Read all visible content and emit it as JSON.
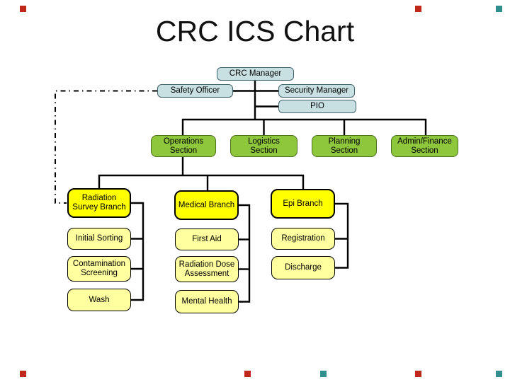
{
  "slide": {
    "title": "CRC ICS Chart"
  },
  "colors": {
    "command_fill": "#c9e0e3",
    "command_border": "#3f636b",
    "section_fill": "#8ec63c",
    "section_border": "#4b701f",
    "branch_fill": "#ffff00",
    "unit_fill": "#ffffa0",
    "box_border_dark": "#000000",
    "connector": "#000000",
    "accent_red": "#c0281c",
    "accent_teal": "#2f8e8e"
  },
  "org": {
    "manager": {
      "label": "CRC Manager"
    },
    "staff": [
      {
        "label": "Safety Officer"
      },
      {
        "label": "Security Manager"
      },
      {
        "label": "PIO"
      }
    ],
    "sections": [
      {
        "label": "Operations\nSection"
      },
      {
        "label": "Logistics\nSection"
      },
      {
        "label": "Planning\nSection"
      },
      {
        "label": "Admin/Finance\nSection"
      }
    ],
    "branches": [
      {
        "label": "Radiation\nSurvey Branch",
        "units": [
          {
            "label": "Initial Sorting"
          },
          {
            "label": "Contamination\nScreening"
          },
          {
            "label": "Wash"
          }
        ]
      },
      {
        "label": "Medical Branch",
        "units": [
          {
            "label": "First Aid"
          },
          {
            "label": "Radiation Dose\nAssessment"
          },
          {
            "label": "Mental Health"
          }
        ]
      },
      {
        "label": "Epi Branch",
        "units": [
          {
            "label": "Registration"
          },
          {
            "label": "Discharge"
          }
        ]
      }
    ]
  }
}
